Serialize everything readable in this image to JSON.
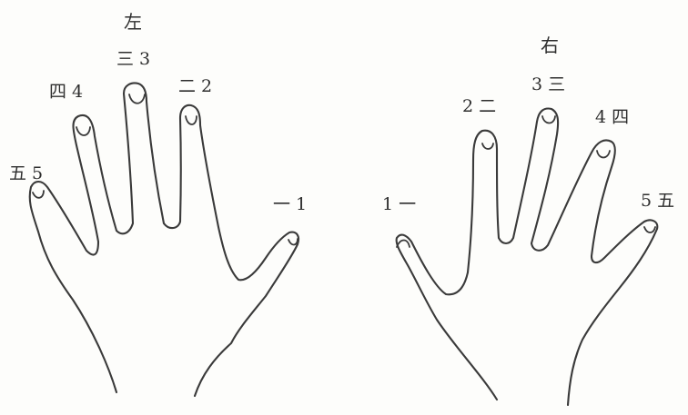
{
  "left_hand": {
    "title": "左",
    "fingers": [
      {
        "label": "一 1"
      },
      {
        "label": "二 2"
      },
      {
        "label": "三 3"
      },
      {
        "label": "四 4"
      },
      {
        "label": "五 5"
      }
    ]
  },
  "right_hand": {
    "title": "右",
    "fingers": [
      {
        "label": "1 一"
      },
      {
        "label": "2 二"
      },
      {
        "label": "3 三"
      },
      {
        "label": "4 四"
      },
      {
        "label": "5 五"
      }
    ]
  },
  "colors": {
    "ink": "#3a3a3a",
    "paper": "#fdfdfb"
  }
}
